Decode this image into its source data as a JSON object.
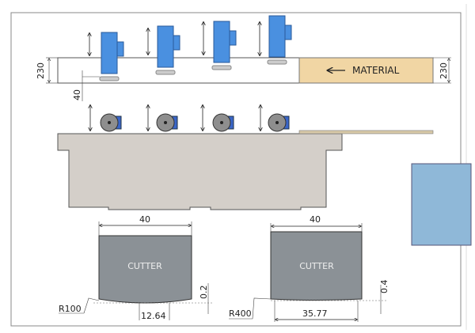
{
  "drawing": {
    "material_label": "MATERIAL",
    "left_height_dim": "230",
    "right_height_dim": "230",
    "offset_dim": "40",
    "colors": {
      "motor": "#4a90e0",
      "material": "#f1d6a4",
      "table": "#d4cfc9",
      "cutter": "#8b9196",
      "panel": "#8fb8d8"
    }
  },
  "cutters": [
    {
      "label": "CUTTER",
      "width_dim": "40",
      "radius": "R100",
      "depth": "0.2",
      "chord": "12.64"
    },
    {
      "label": "CUTTER",
      "width_dim": "40",
      "radius": "R400",
      "depth": "0.4",
      "chord": "35.77"
    }
  ]
}
